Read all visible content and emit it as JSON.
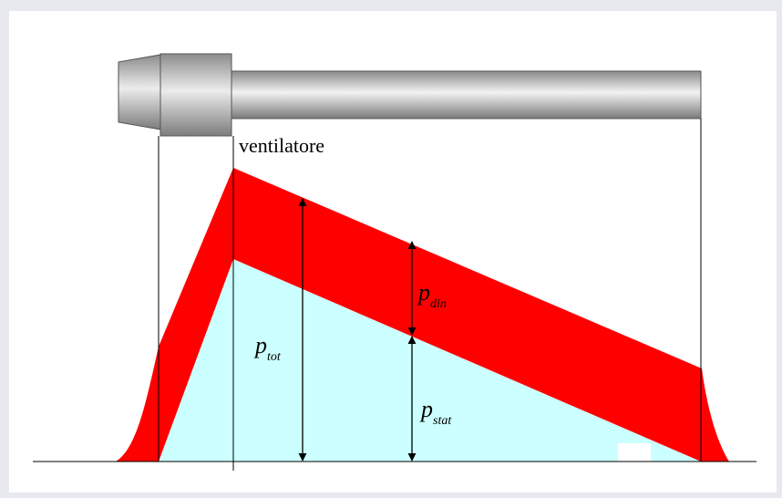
{
  "labels": {
    "fan": "ventilatore",
    "p_tot": {
      "base": "p",
      "sub": "tot"
    },
    "p_din": {
      "base": "p",
      "sub": "din"
    },
    "p_stat": {
      "base": "p",
      "sub": "stat"
    }
  },
  "colors": {
    "dynamic_pressure": "#ff0000",
    "static_pressure": "#ccffff",
    "duct_dark": "#888888",
    "duct_light": "#f2f2f2"
  }
}
